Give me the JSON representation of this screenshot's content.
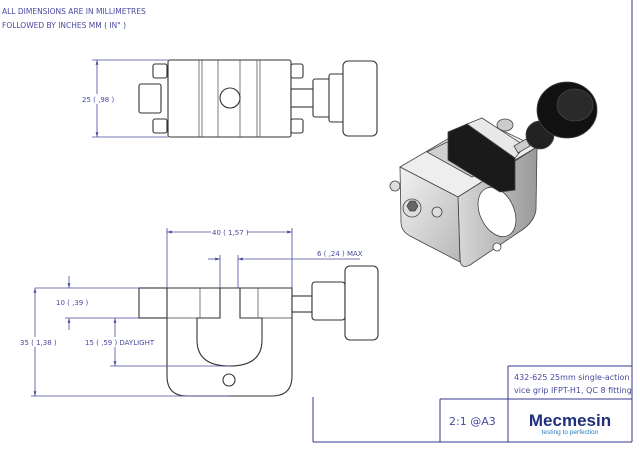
{
  "notes": {
    "line1": "ALL DIMENSIONS ARE IN MILLIMETRES",
    "line2": "FOLLOWED BY INCHES MM ( IN\" )"
  },
  "dimensions": {
    "width_top": "25 ( ,98 )",
    "overall_width": "40 ( 1,57 )",
    "max_opening": "6 ( ,24 )  MAX",
    "jaw_height": "10 ( ,39 )",
    "overall_height": "35 ( 1,38 )",
    "daylight": "15 ( ,59 )  DAYLIGHT"
  },
  "title_block": {
    "description_line1": "432-625 25mm single-action",
    "description_line2": "vice grip IFPT-H1, QC 8 fitting",
    "scale": "2:1 @A3",
    "company": "Mecmesin",
    "tagline": "testing to perfection",
    "colors": {
      "brand": "#1f2f7a",
      "tagline": "#2a7fc0",
      "line": "#3a3a90"
    }
  }
}
